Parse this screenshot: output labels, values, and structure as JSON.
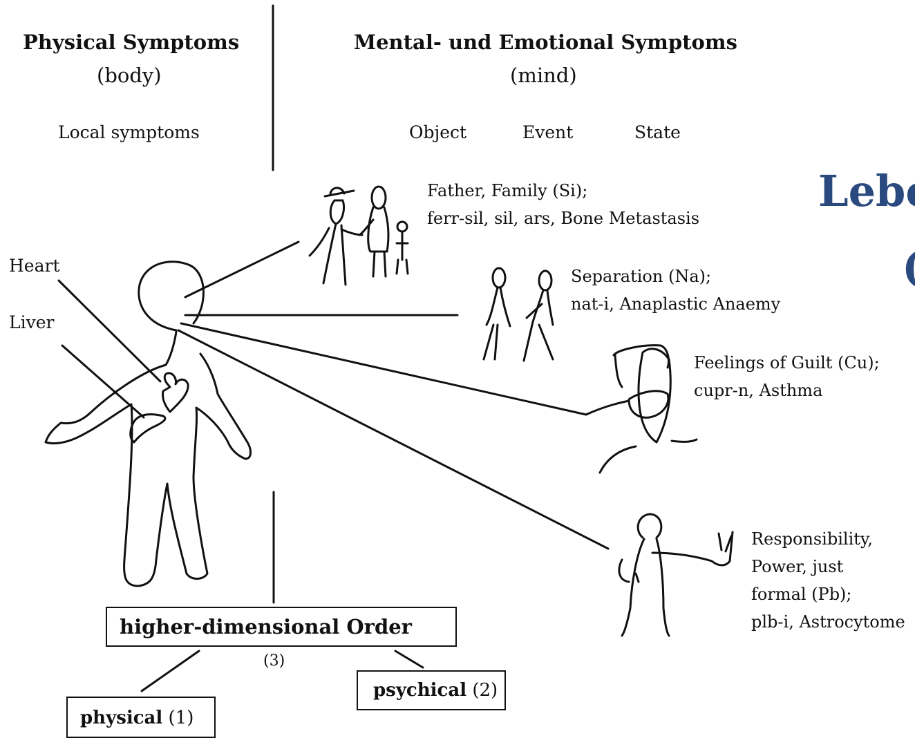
{
  "headers": {
    "physical_title": "Physical Symptoms",
    "physical_sub": "(body)",
    "local_symptoms": "Local symptoms",
    "mental_title": "Mental- und Emotional Symptoms",
    "mental_sub": "(mind)",
    "object": "Object",
    "event": "Event",
    "state": "State"
  },
  "body_labels": {
    "heart": "Heart",
    "liver": "Liver"
  },
  "themes": [
    {
      "line1": "Father, Family (Si);",
      "line2": "ferr-sil, sil, ars, Bone Metastasis"
    },
    {
      "line1": "Separation (Na);",
      "line2": "nat-i, Anaplastic Anaemy"
    },
    {
      "line1": "Feelings of Guilt (Cu);",
      "line2": "cupr-n, Asthma"
    },
    {
      "line1": "Responsibility,",
      "line2": "Power, just",
      "line3": "formal (Pb);",
      "line4": "plb-i, Astrocytome"
    }
  ],
  "side_title": {
    "line1": "Lebe",
    "line2": "("
  },
  "order_box": {
    "title": "higher-dimensional Order",
    "number": "(3)"
  },
  "psychical_box": {
    "label": "psychical",
    "number": "(2)"
  },
  "physical_box": {
    "label": "physical",
    "number": "(1)"
  }
}
